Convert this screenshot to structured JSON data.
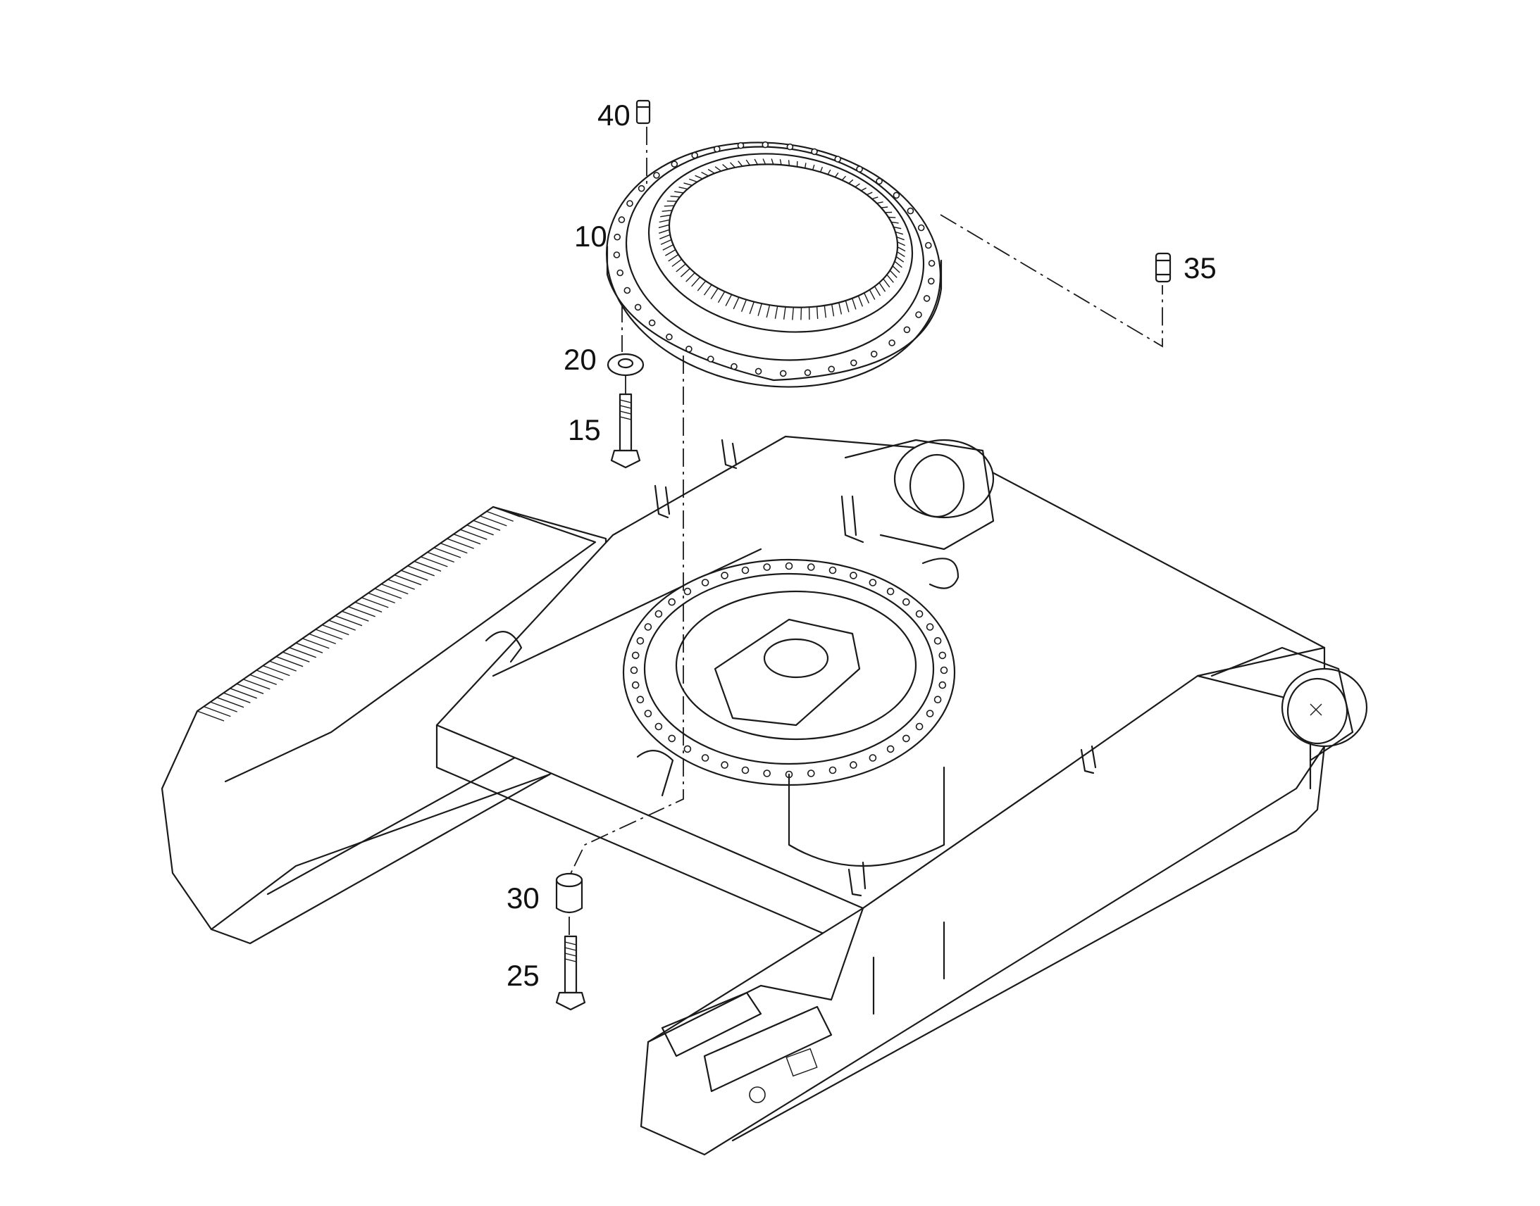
{
  "callouts": {
    "p10": "10",
    "p15": "15",
    "p20": "20",
    "p25": "25",
    "p30": "30",
    "p35": "35",
    "p40": "40"
  },
  "colors": {
    "line": "#1a1a1a",
    "background": "#ffffff"
  }
}
